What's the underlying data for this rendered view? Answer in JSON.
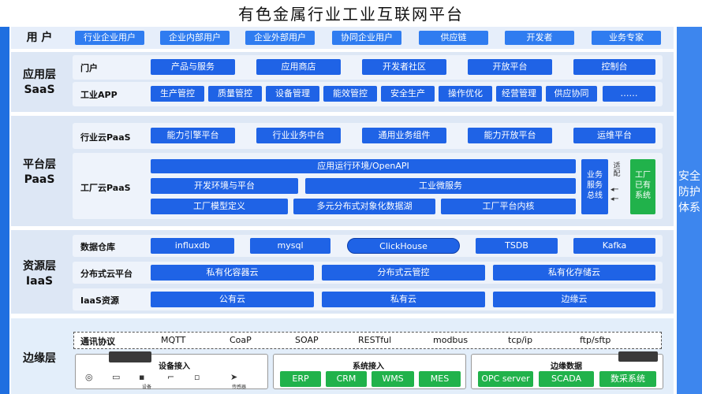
{
  "title": "有色金属行业工业互联网平台",
  "security": "安全\n防护\n体系",
  "layers": {
    "user": "用 户",
    "saas": "应用层\nSaaS",
    "paas": "平台层\nPaaS",
    "iaas": "资源层\nIaaS",
    "edge": "边缘层"
  },
  "users": [
    "行业企业用户",
    "企业内部用户",
    "企业外部用户",
    "协同企业用户",
    "供应链",
    "开发者",
    "业务专家"
  ],
  "saas": {
    "portal_label": "门户",
    "portal_items": [
      "产品与服务",
      "应用商店",
      "开发者社区",
      "开放平台",
      "控制台"
    ],
    "app_label": "工业APP",
    "app_items": [
      "生产管控",
      "质量管控",
      "设备管理",
      "能效管控",
      "安全生产",
      "操作优化",
      "经营管理",
      "供应协同",
      "……"
    ]
  },
  "paas": {
    "industry_label": "行业云PaaS",
    "industry_items": [
      "能力引擎平台",
      "行业业务中台",
      "通用业务组件",
      "能力开放平台",
      "运维平台"
    ],
    "factory_label": "工厂云PaaS",
    "runtime": "应用运行环境/OpenAPI",
    "dev_env": "开发环境与平台",
    "microservice": "工业微服务",
    "model_def": "工厂模型定义",
    "data_lake": "多元分布式对象化数据湖",
    "kernel": "工厂平台内核",
    "bus": "业务\n服务\n总线",
    "adapter": "适\n配",
    "legacy": "工厂\n已有\n系统"
  },
  "iaas": {
    "dw_label": "数据仓库",
    "dw_items": [
      "influxdb",
      "mysql",
      "ClickHouse",
      "TSDB",
      "Kafka"
    ],
    "dist_label": "分布式云平台",
    "dist_items": [
      "私有化容器云",
      "分布式云管控",
      "私有化存储云"
    ],
    "res_label": "IaaS资源",
    "res_items": [
      "公有云",
      "私有云",
      "边缘云"
    ]
  },
  "edge": {
    "proto_label": "通讯协议",
    "protocols": [
      "MQTT",
      "CoaP",
      "SOAP",
      "RESTful",
      "modbus",
      "tcp/ip",
      "ftp/sftp"
    ],
    "device_title": "设备接入",
    "device_small": [
      "设备",
      "传感器"
    ],
    "system_title": "系统接入",
    "systems": [
      "ERP",
      "CRM",
      "WMS",
      "MES"
    ],
    "data_title": "边缘数据",
    "data_items": [
      "OPC server",
      "SCADA",
      "数采系统"
    ]
  },
  "colors": {
    "blue": "#1f63e6",
    "green": "#21b24b",
    "band": "#dde7f5",
    "bar": "#3d86ee"
  }
}
